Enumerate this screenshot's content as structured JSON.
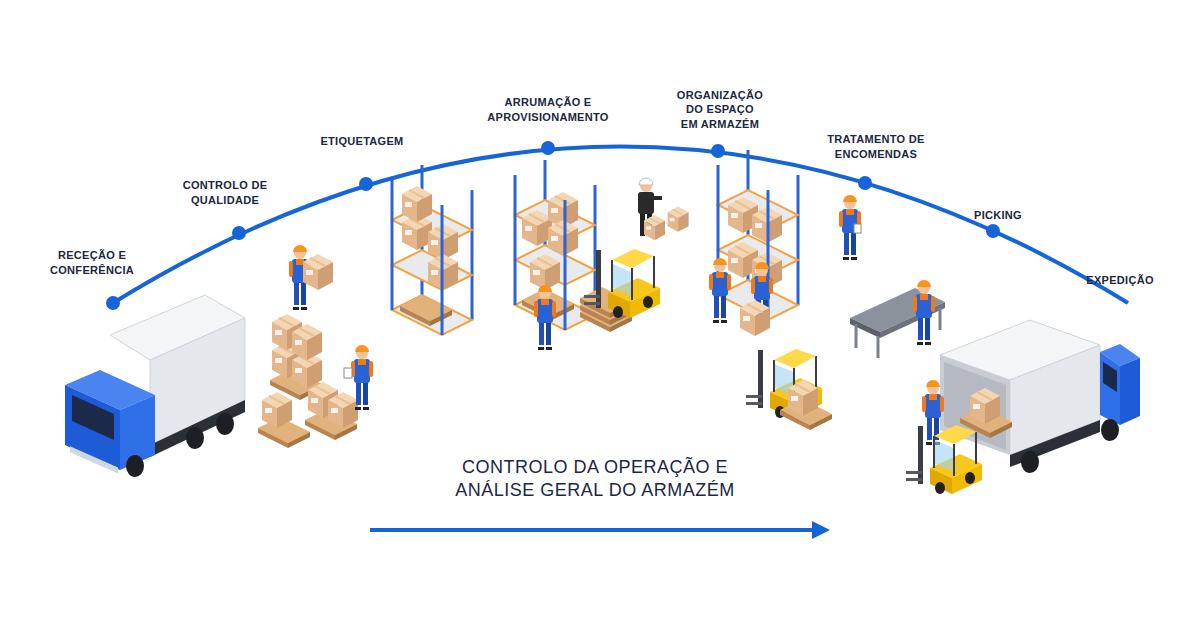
{
  "diagram": {
    "labels": [
      "RECEÇÃO E CONFERÊNCIA",
      "CONTROLO DE QUALIDADE",
      "ETIQUETAGEM",
      "ARRUMAÇÃO E APROVISIONAMENTO",
      "ORGANIZAÇÃO DO ESPAÇO EM ARMAZÉM",
      "TRATAMENTO DE ENCOMENDAS",
      "PICKING",
      "EXPEDIÇÃO",
      "CONTROLO DA OPERAÇÃO E ANÁLISE GERAL DO ARMAZÉM"
    ]
  }
}
